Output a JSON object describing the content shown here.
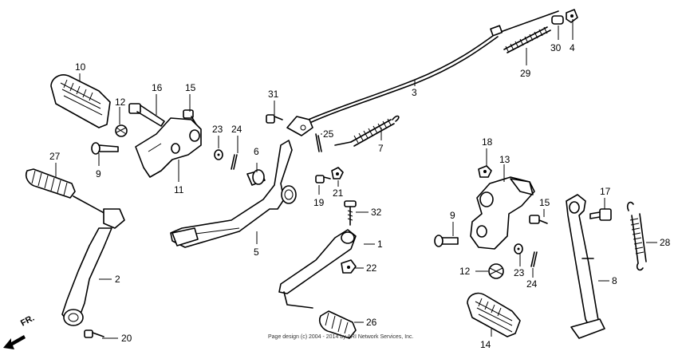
{
  "copyright": "Page design (c) 2004 - 2014 by ARI Network Services, Inc.",
  "direction_label": "FR.",
  "callouts": [
    {
      "id": "c1",
      "text": "1"
    },
    {
      "id": "c2",
      "text": "2"
    },
    {
      "id": "c3",
      "text": "3"
    },
    {
      "id": "c4",
      "text": "4"
    },
    {
      "id": "c5",
      "text": "5"
    },
    {
      "id": "c6",
      "text": "6"
    },
    {
      "id": "c7",
      "text": "7"
    },
    {
      "id": "c8",
      "text": "8"
    },
    {
      "id": "c9a",
      "text": "9"
    },
    {
      "id": "c9b",
      "text": "9"
    },
    {
      "id": "c10",
      "text": "10"
    },
    {
      "id": "c11",
      "text": "11"
    },
    {
      "id": "c12a",
      "text": "12"
    },
    {
      "id": "c12b",
      "text": "12"
    },
    {
      "id": "c13",
      "text": "13"
    },
    {
      "id": "c14",
      "text": "14"
    },
    {
      "id": "c15a",
      "text": "15"
    },
    {
      "id": "c15b",
      "text": "15"
    },
    {
      "id": "c16",
      "text": "16"
    },
    {
      "id": "c17",
      "text": "17"
    },
    {
      "id": "c18",
      "text": "18"
    },
    {
      "id": "c19",
      "text": "19"
    },
    {
      "id": "c20",
      "text": "20"
    },
    {
      "id": "c21",
      "text": "21"
    },
    {
      "id": "c22",
      "text": "22"
    },
    {
      "id": "c23a",
      "text": "23"
    },
    {
      "id": "c23b",
      "text": "23"
    },
    {
      "id": "c24a",
      "text": "24"
    },
    {
      "id": "c24b",
      "text": "24"
    },
    {
      "id": "c25",
      "text": "25"
    },
    {
      "id": "c26",
      "text": "26"
    },
    {
      "id": "c27",
      "text": "27"
    },
    {
      "id": "c28",
      "text": "28"
    },
    {
      "id": "c29",
      "text": "29"
    },
    {
      "id": "c30",
      "text": "30"
    },
    {
      "id": "c31",
      "text": "31"
    },
    {
      "id": "c32",
      "text": "32"
    }
  ]
}
